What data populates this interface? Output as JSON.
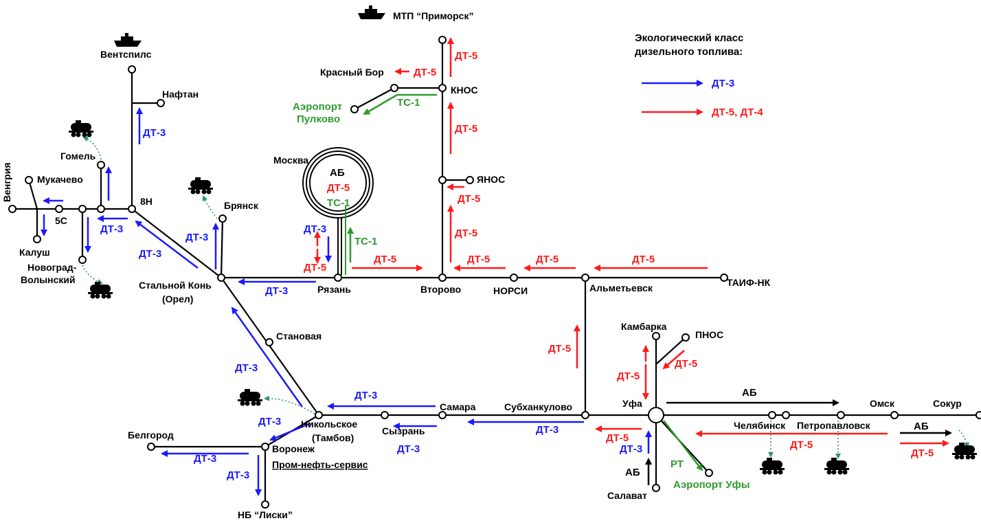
{
  "legend": {
    "title_line1": "Экологический класс",
    "title_line2": "дизельного топлива:",
    "blue_label": "ДТ-3",
    "red_label": "ДТ-5, ДТ-4",
    "colors": {
      "blue": "#1a1aff",
      "red": "#ff1a1a",
      "green": "#2e9a2e",
      "black": "#000000"
    }
  },
  "nodes": {
    "ventspils": "Вентспилс",
    "primorsk": "МТП “Приморск”",
    "krasny_bor": "Красный Бор",
    "knos": "КНОС",
    "aeroport_pulkovo_1": "Аэропорт",
    "aeroport_pulkovo_2": "Пулково",
    "naftan": "Нафтан",
    "gomel": "Гомель",
    "vengriya": "Венгрия",
    "mukachevo": "Мукачево",
    "n5c": "5С",
    "n8n": "8Н",
    "kalush": "Калуш",
    "novograd_1": "Новоград-",
    "novograd_2": "Волынский",
    "bryansk": "Брянск",
    "moskva": "Москва",
    "yanos": "ЯНОС",
    "stalnoy_kon_1": "Стальной Конь",
    "stalnoy_kon_2": "(Орел)",
    "ryazan": "Рязань",
    "vtorovo": "Второво",
    "norsi": "НОРСИ",
    "almetyevsk": "Альметьевск",
    "taif": "ТАИФ-НК",
    "stanovaya": "Становая",
    "kambarka": "Камбарка",
    "pnos": "ПНОС",
    "samara": "Самара",
    "subkhankulovo": "Субханкулово",
    "ufa": "Уфа",
    "omsk": "Омск",
    "sokur": "Сокур",
    "nikolskoe_1": "Никольское",
    "nikolskoe_2": "(Тамбов)",
    "syzran": "Сызрань",
    "chelyabinsk": "Челябинск",
    "petropavlovsk": "Петропавловск",
    "belgorod": "Белгород",
    "voronezh": "Воронеж",
    "prom_neft": "Пром-нефть-сервис",
    "salavat": "Салават",
    "aeroport_ufy": "Аэропорт Уфы",
    "nb_liski": "НБ “Лиски”"
  },
  "flows": {
    "dt3": "ДТ-3",
    "dt5": "ДТ-5",
    "tc1": "ТС-1",
    "ab": "АБ",
    "rt": "РТ"
  },
  "moscow_ring": {
    "l1": "АБ",
    "l2": "ДТ-5",
    "l3": "ТС-1"
  }
}
